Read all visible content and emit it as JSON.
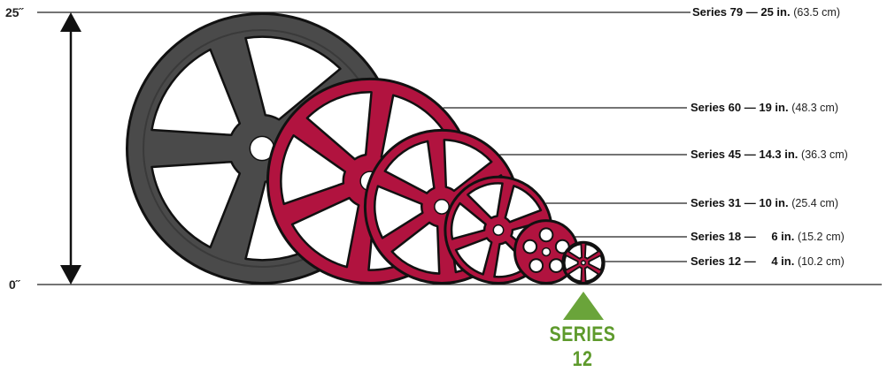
{
  "scale": {
    "top_label": "25˝",
    "bottom_label": "0˝",
    "max_in": 25
  },
  "colors": {
    "series_79": "#4a4a4a",
    "other_series": "#b1133f",
    "highlight": "#6aa43a"
  },
  "series": [
    {
      "key": "s79",
      "name": "Series 79 —",
      "inches": "25 in.",
      "cm": "(63.5 cm)",
      "diameter_in": 25,
      "spokes": 5,
      "hub": "slots"
    },
    {
      "key": "s60",
      "name": "Series 60 —",
      "inches": "19 in.",
      "cm": "(48.3 cm)",
      "diameter_in": 19,
      "spokes": 6,
      "hub": "slots"
    },
    {
      "key": "s45",
      "name": "Series 45 —",
      "inches": "14.3 in.",
      "cm": "(36.3 cm)",
      "diameter_in": 14.3,
      "spokes": 6,
      "hub": "slots"
    },
    {
      "key": "s31",
      "name": "Series 31 —",
      "inches": "10 in.",
      "cm": "(25.4 cm)",
      "diameter_in": 10,
      "spokes": 6,
      "hub": "slots"
    },
    {
      "key": "s18",
      "name": "Series 18 —",
      "inches": "6 in.",
      "cm": "(15.2 cm)",
      "diameter_in": 6,
      "spokes": 5,
      "hub": "holes"
    },
    {
      "key": "s12",
      "name": "Series 12 —",
      "inches": "4 in.",
      "cm": "(10.2 cm)",
      "diameter_in": 4,
      "spokes": 6,
      "hub": "slots"
    }
  ],
  "highlight": {
    "label": "SERIES 12"
  }
}
